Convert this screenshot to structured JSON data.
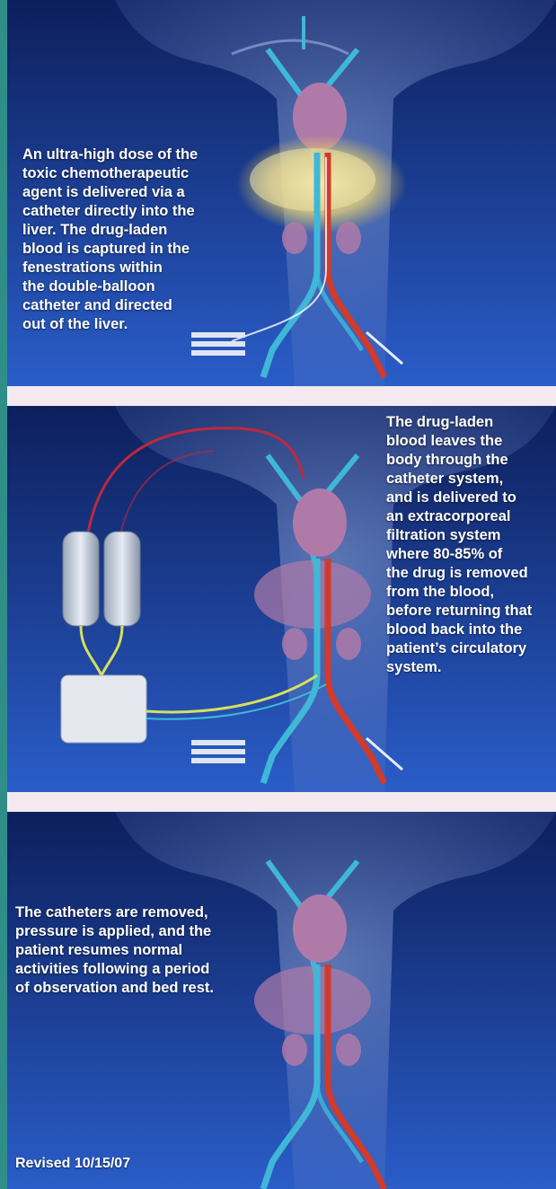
{
  "panels": [
    {
      "caption": "An ultra-high dose of the\ntoxic chemotherapeutic\nagent is delivered via a\ncatheter directly into the\nliver. The drug-laden\nblood is captured in the\nfenestrations within\nthe double-balloon\ncatheter and directed\nout of the liver."
    },
    {
      "caption": "The drug-laden\nblood leaves the\nbody through the\ncatheter system,\nand is delivered to\nan extracorporeal\nfiltration system\nwhere 80-85% of\nthe drug is removed\nfrom the blood,\nbefore returning that\nblood back into the\npatient’s circulatory\nsystem."
    },
    {
      "caption": "The catheters are removed,\npressure is applied, and the\npatient resumes normal\nactivities following a period\nof observation and bed rest."
    }
  ],
  "footer": {
    "revised": "Revised 10/15/07"
  },
  "colors": {
    "background_top": "#0d1f5c",
    "background_bottom": "#2a5dc8",
    "artery": "#d23a2a",
    "vein": "#3fb8d8",
    "organ": "#b07aa8",
    "separator": "#f3e9ee",
    "frame": "#3a9a92"
  }
}
